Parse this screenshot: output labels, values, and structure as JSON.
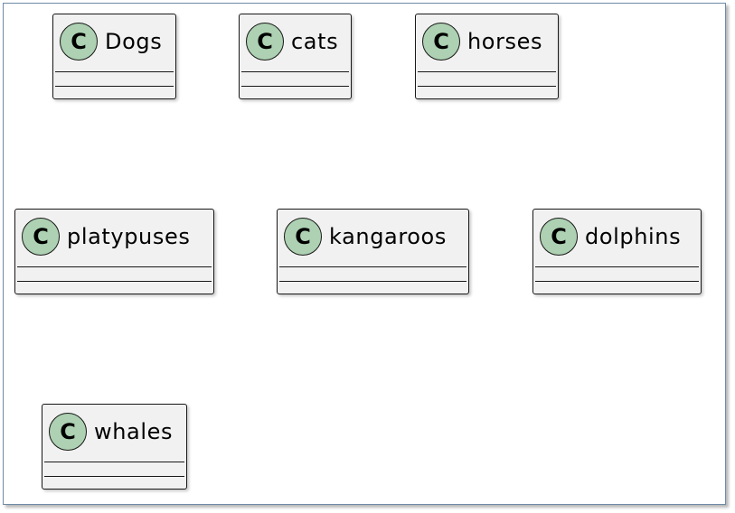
{
  "diagram": {
    "badge_letter": "C",
    "badge_color": "#add1b2",
    "box_fill": "#f1f1f1",
    "classes": [
      {
        "id": "dogs",
        "name": "Dogs"
      },
      {
        "id": "cats",
        "name": "cats"
      },
      {
        "id": "horses",
        "name": "horses"
      },
      {
        "id": "platypuses",
        "name": "platypuses"
      },
      {
        "id": "kangaroos",
        "name": "kangaroos"
      },
      {
        "id": "dolphins",
        "name": "dolphins"
      },
      {
        "id": "whales",
        "name": "whales"
      }
    ]
  }
}
